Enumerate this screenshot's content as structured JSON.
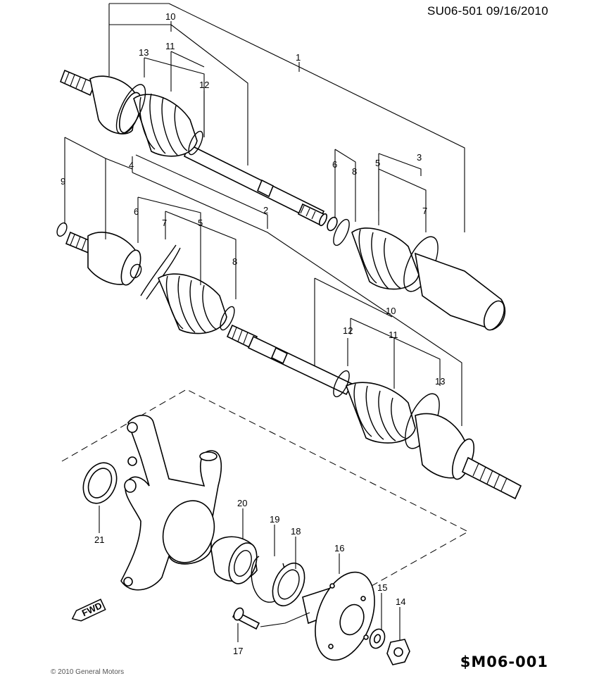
{
  "header": {
    "doc_id": "SU06-501  09/16/2010"
  },
  "footer": {
    "diagram_code": "$M06-001",
    "copyright": "© 2010 General Motors"
  },
  "fwd_arrow": {
    "label": "FWD",
    "icon": "fwd-arrow-icon"
  },
  "callouts": {
    "c1": "1",
    "c2": "2",
    "c3": "3",
    "c4": "4",
    "c5a": "5",
    "c5b": "5",
    "c6a": "6",
    "c6b": "6",
    "c7a": "7",
    "c7b": "7",
    "c8a": "8",
    "c8b": "8",
    "c9": "9",
    "c10a": "10",
    "c10b": "10",
    "c11a": "11",
    "c11b": "11",
    "c12a": "12",
    "c12b": "12",
    "c13a": "13",
    "c13b": "13",
    "c14": "14",
    "c15": "15",
    "c16": "16",
    "c17": "17",
    "c18": "18",
    "c19": "19",
    "c20": "20",
    "c21": "21"
  }
}
